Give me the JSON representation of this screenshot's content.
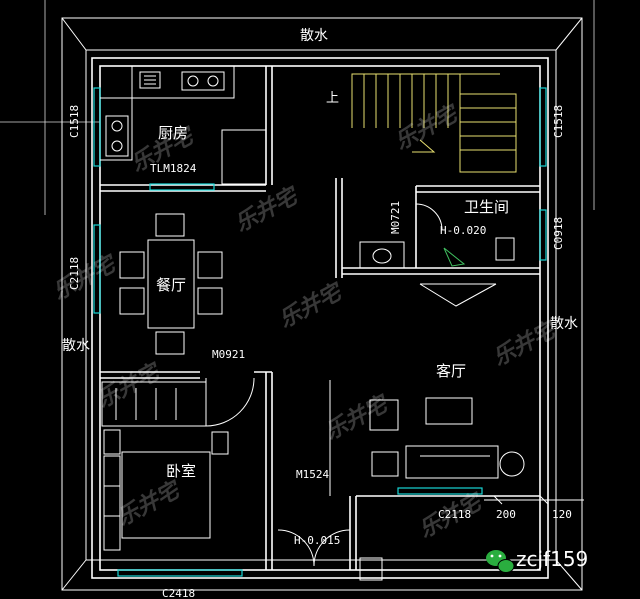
{
  "labels": {
    "scatter_top": "散水",
    "scatter_left": "散水",
    "scatter_right": "散水",
    "up": "上",
    "kitchen": "厨房",
    "dining": "餐厅",
    "bathroom": "卫生间",
    "living": "客厅",
    "bedroom": "卧室"
  },
  "codes": {
    "kitchen_slider": "TLM1824",
    "bath_door": "M0721",
    "bath_level": "H-0.020",
    "window_c1518_left": "C1518",
    "window_c1518_right": "C1518",
    "window_c2118_left": "C2118",
    "window_c0918": "C0918",
    "door_m0921": "M0921",
    "door_m1524": "M1524",
    "entry_level": "H-0.015",
    "window_c2118_bottom": "C2118",
    "window_c2418": "C2418",
    "dim_200": "200",
    "dim_120": "120"
  },
  "watermark": {
    "text": "乐并宅",
    "wechat_id": "zcjf159"
  },
  "colors": {
    "background": "#000000",
    "wall": "#ffffff",
    "window": "#18d4d4",
    "stair": "#e8e070",
    "wechat_green": "#2aae3f"
  }
}
